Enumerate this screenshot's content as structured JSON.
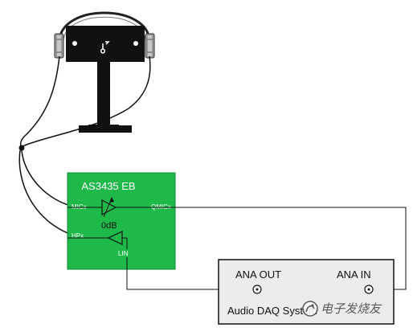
{
  "eval_board": {
    "title": "AS3435 EB",
    "pin_mic": "MICx",
    "pin_qmic": "QMICx",
    "pin_hp": "HPx",
    "pin_lin": "LIN",
    "gain_label": "0dB"
  },
  "daq": {
    "ana_out": "ANA OUT",
    "ana_in": "ANA IN",
    "title": "Audio DAQ System"
  },
  "watermark": "电子发烧友",
  "colors": {
    "board_fill": "#1fb94a",
    "board_stroke": "#0e8a33",
    "daq_fill": "#ececec",
    "head_fill": "#111111",
    "wire": "#111111"
  }
}
